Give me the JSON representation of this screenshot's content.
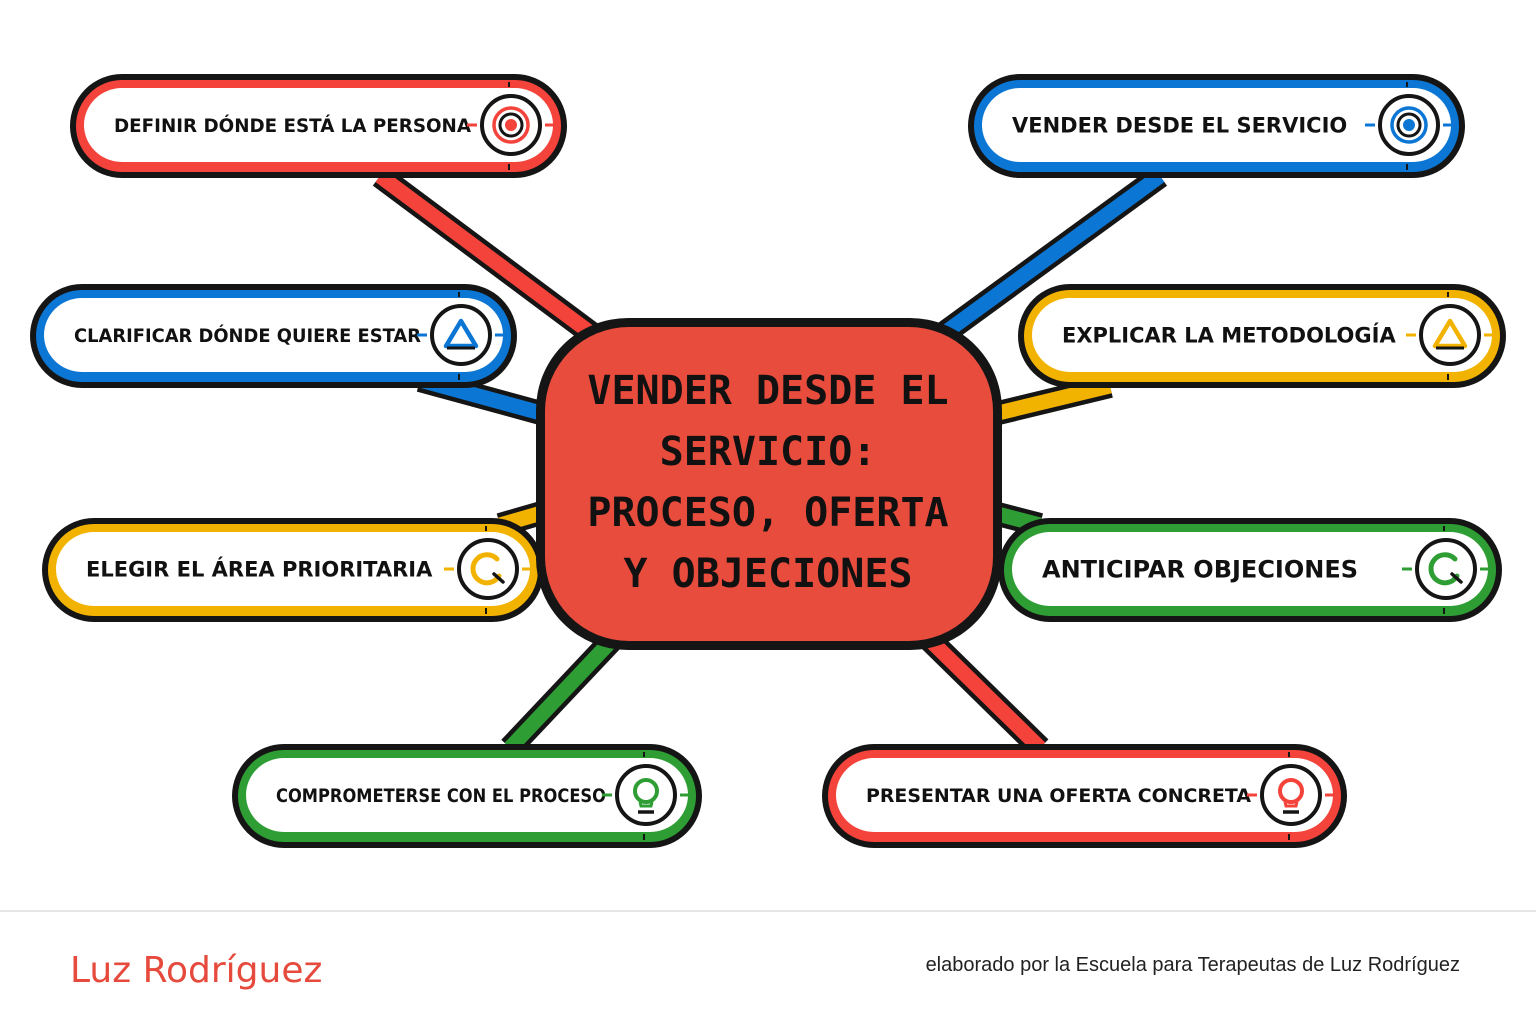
{
  "colors": {
    "red": "#f4433b",
    "blue": "#0b76d4",
    "yellow": "#f2b300",
    "green": "#2e9e34",
    "center_fill": "#e84c3d",
    "outline": "#151515"
  },
  "center": {
    "lines": [
      "VENDER DESDE EL",
      "SERVICIO:",
      "PROCESO, OFERTA",
      "Y OBJECIONES"
    ]
  },
  "nodes": [
    {
      "id": "definir",
      "label": "DEFINIR DÓNDE ESTÁ LA PERSONA",
      "color": "red",
      "icon": "target-icon"
    },
    {
      "id": "clarificar",
      "label": "CLARIFICAR DÓNDE QUIERE ESTAR",
      "color": "blue",
      "icon": "triangle-icon"
    },
    {
      "id": "elegir",
      "label": "ELEGIR EL ÁREA PRIORITARIA",
      "color": "yellow",
      "icon": "magnifier-icon"
    },
    {
      "id": "comprometerse",
      "label": "COMPROMETERSE CON EL PROCESO",
      "color": "green",
      "icon": "lightbulb-icon"
    },
    {
      "id": "vender",
      "label": "VENDER DESDE EL SERVICIO",
      "color": "blue",
      "icon": "target-icon"
    },
    {
      "id": "explicar",
      "label": "EXPLICAR LA METODOLOGÍA",
      "color": "yellow",
      "icon": "triangle-icon"
    },
    {
      "id": "anticipar",
      "label": "ANTICIPAR OBJECIONES",
      "color": "green",
      "icon": "magnifier-icon"
    },
    {
      "id": "presentar",
      "label": "PRESENTAR UNA OFERTA CONCRETA",
      "color": "red",
      "icon": "lightbulb-icon"
    }
  ],
  "footer": {
    "author": "Luz Rodríguez",
    "credit": "elaborado por la Escuela para Terapeutas de Luz Rodríguez"
  }
}
